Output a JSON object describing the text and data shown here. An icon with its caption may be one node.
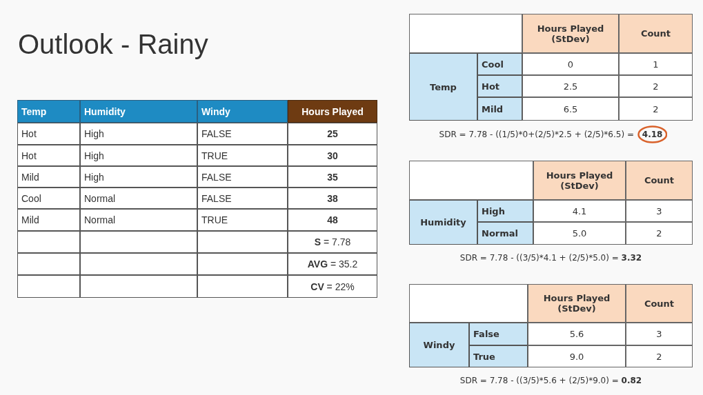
{
  "diagram": {
    "title": "Outlook - Rainy",
    "labels": [
      "Temp",
      "Humidity",
      "Windy",
      "Hours Played",
      "Hot",
      "High",
      "FALSE",
      "25",
      "Hot",
      "High",
      "TRUE",
      "30",
      "Mild",
      "High",
      "FALSE",
      "35",
      "Cool",
      "Normal",
      "FALSE",
      "38",
      "Mild",
      "Normal",
      "TRUE",
      "48",
      "**S** = 7.78",
      "**AVG** = 35.2",
      "**CV** = 22%",
      "Hours Played (StDev)",
      "Count",
      "Temp",
      "Cool",
      "0",
      "1",
      "Hot",
      "2.5",
      "2",
      "Mild",
      "6.5",
      "2",
      "SDR = 7.78 - ((1/5)*0+(2/5)*2.5 + (2/5)*6.5) = **4.18**",
      "Hours Played (StDev)",
      "Count",
      "Humidity",
      "High",
      "4.1",
      "3",
      "Normal",
      "5.0",
      "2",
      "SDR = 7.78 - ((3/5)*4.1 + (2/5)*5.0) = **3.32**",
      "Hours Played (StDev)",
      "Count",
      "Windy",
      "False",
      "5.6",
      "3",
      "True",
      "9.0",
      "2",
      "SDR = 7.78 - ((3/5)*5.6 + (2/5)*9.0) = **0.82**"
    ]
  }
}
